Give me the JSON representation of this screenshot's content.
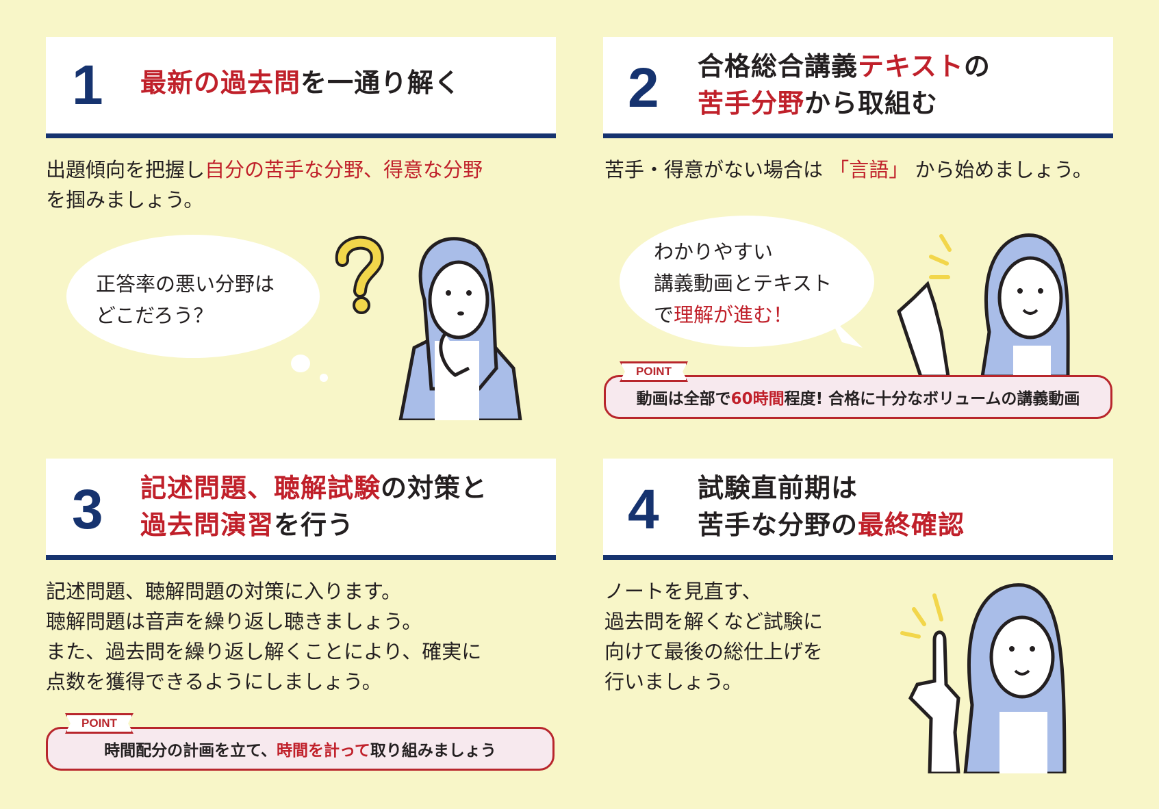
{
  "colors": {
    "background": "#f8f6c8",
    "navy": "#16336f",
    "red": "#c0202a",
    "person": "#a9bde8",
    "accent_yellow": "#f2d64b"
  },
  "panels": [
    {
      "number": "1",
      "title": [
        [
          {
            "t": "最新の過去問",
            "r": true
          },
          {
            "t": "を一通り解く",
            "r": false
          }
        ]
      ],
      "body": [
        [
          {
            "t": "出題傾向を把握し",
            "r": false
          },
          {
            "t": "自分の苦手な分野、得意な分野",
            "r": true
          }
        ],
        [
          {
            "t": "を掴みましょう。",
            "r": false
          }
        ]
      ],
      "bubble": [
        [
          {
            "t": "正答率の悪い分野は",
            "r": false
          }
        ],
        [
          {
            "t": "どこだろう？",
            "r": false
          }
        ]
      ]
    },
    {
      "number": "2",
      "title": [
        [
          {
            "t": "合格総合講義",
            "r": false
          },
          {
            "t": "テキスト",
            "r": true
          },
          {
            "t": "の",
            "r": false
          }
        ],
        [
          {
            "t": "苦手分野",
            "r": true
          },
          {
            "t": "から取組む",
            "r": false
          }
        ]
      ],
      "body": [
        [
          {
            "t": "苦手・得意がない場合は ",
            "r": false
          },
          {
            "t": "「言語」",
            "r": true
          },
          {
            "t": " から始めましょう。",
            "r": false
          }
        ]
      ],
      "bubble": [
        [
          {
            "t": "わかりやすい",
            "r": false
          }
        ],
        [
          {
            "t": "講義動画とテキスト",
            "r": false
          }
        ],
        [
          {
            "t": "で",
            "r": false
          },
          {
            "t": "理解が進む！",
            "r": true
          }
        ]
      ],
      "point": {
        "tag": "POINT",
        "text": [
          [
            {
              "t": "動画は全部で",
              "r": false
            },
            {
              "t": "60時間",
              "r": true
            },
            {
              "t": "程度! 合格に十分なボリュームの講義動画",
              "r": false
            }
          ]
        ]
      }
    },
    {
      "number": "3",
      "title": [
        [
          {
            "t": "記述問題、聴解試験",
            "r": true
          },
          {
            "t": "の対策と",
            "r": false
          }
        ],
        [
          {
            "t": "過去問演習",
            "r": true
          },
          {
            "t": "を行う",
            "r": false
          }
        ]
      ],
      "body": [
        [
          {
            "t": "記述問題、聴解問題の対策に入ります。",
            "r": false
          }
        ],
        [
          {
            "t": "聴解問題は音声を繰り返し聴きましょう。",
            "r": false
          }
        ],
        [
          {
            "t": "また、過去問を繰り返し解くことにより、確実に",
            "r": false
          }
        ],
        [
          {
            "t": "点数を獲得できるようにしましょう。",
            "r": false
          }
        ]
      ],
      "point": {
        "tag": "POINT",
        "text": [
          [
            {
              "t": "時間配分の計画を立て、",
              "r": false
            },
            {
              "t": "時間を計って",
              "r": true
            },
            {
              "t": "取り組みましょう",
              "r": false
            }
          ]
        ]
      }
    },
    {
      "number": "4",
      "title": [
        [
          {
            "t": "試験直前期は",
            "r": false
          }
        ],
        [
          {
            "t": "苦手な分野の",
            "r": false
          },
          {
            "t": "最終確認",
            "r": true
          }
        ]
      ],
      "body": [
        [
          {
            "t": "ノートを見直す、",
            "r": false
          }
        ],
        [
          {
            "t": "過去問を解くなど試験に",
            "r": false
          }
        ],
        [
          {
            "t": "向けて最後の総仕上げを",
            "r": false
          }
        ],
        [
          {
            "t": "行いましょう。",
            "r": false
          }
        ]
      ]
    }
  ]
}
